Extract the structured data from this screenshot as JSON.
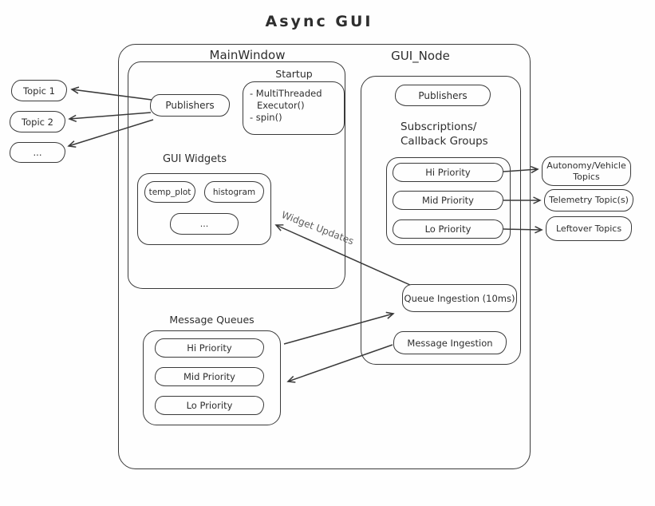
{
  "title": "Async GUI",
  "colors": {
    "stroke": "#3a3a3a",
    "text": "#2e2e2e",
    "muted": "#5f5f5f",
    "background": "#fefefe"
  },
  "left_topics": [
    "Topic 1",
    "Topic 2",
    "..."
  ],
  "main_window": {
    "label": "MainWindow",
    "publishers_label": "Publishers",
    "startup": {
      "label": "Startup",
      "item1": "- MultiThreaded Executor()",
      "item2": "- spin()"
    },
    "gui_widgets": {
      "label": "GUI Widgets",
      "widget1": "temp_plot",
      "widget2": "histogram",
      "widget3": "..."
    }
  },
  "gui_node": {
    "label": "GUI_Node",
    "publishers_label": "Publishers",
    "subscriptions_label": "Subscriptions/\nCallback Groups",
    "callback_groups": [
      "Hi Priority",
      "Mid Priority",
      "Lo Priority"
    ],
    "queue_ingestion_label": "Queue Ingestion (10ms)",
    "message_ingestion_label": "Message Ingestion"
  },
  "right_topics": [
    "Autonomy/Vehicle Topics",
    "Telemetry Topic(s)",
    "Leftover Topics"
  ],
  "message_queues": {
    "label": "Message Queues",
    "queues": [
      "Hi Priority",
      "Mid Priority",
      "Lo Priority"
    ]
  },
  "annotations": {
    "widget_updates": "Widget Updates"
  }
}
